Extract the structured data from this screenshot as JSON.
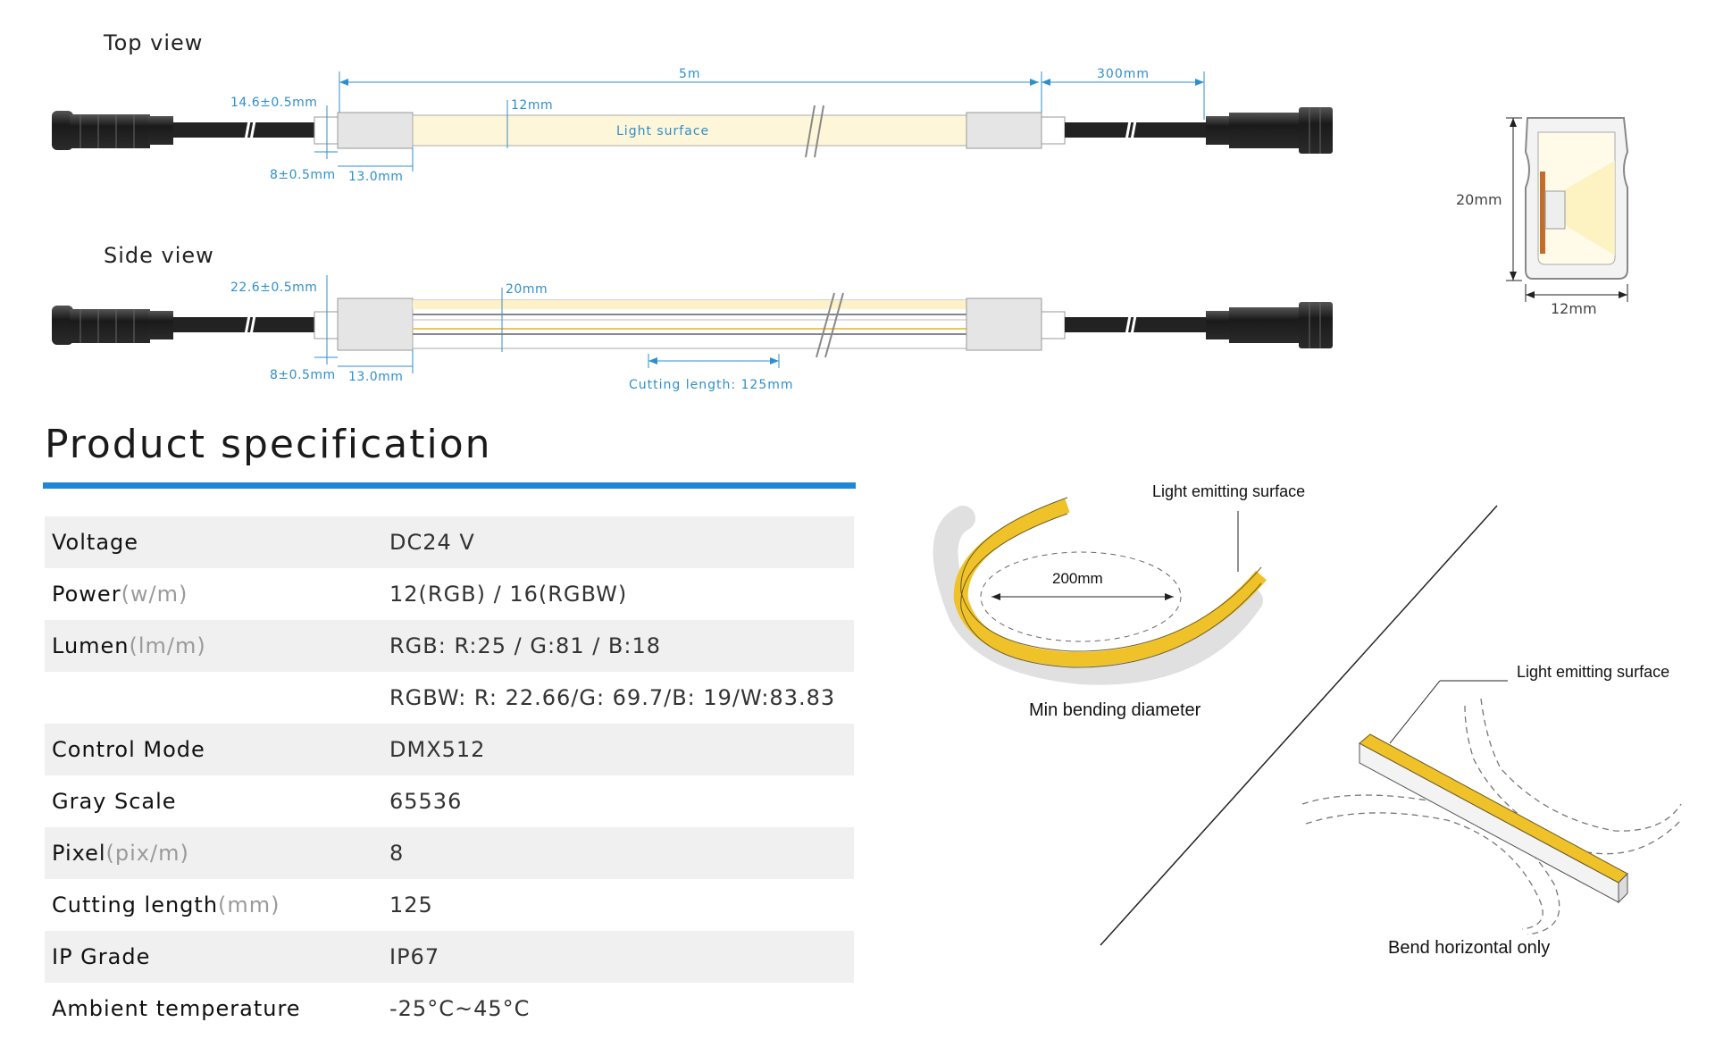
{
  "views": {
    "top_label": "Top view",
    "side_label": "Side view"
  },
  "top_dims": {
    "length": "5m",
    "cable": "300mm",
    "cap_width": "14.6±0.5mm",
    "strip_width": "12mm",
    "light_surface": "Light surface",
    "end_gap": "8±0.5mm",
    "cap_length": "13.0mm"
  },
  "side_dims": {
    "cap_height": "22.6±0.5mm",
    "strip_height": "20mm",
    "end_gap": "8±0.5mm",
    "cap_length": "13.0mm",
    "cutting": "Cutting length: 125mm"
  },
  "cross_section": {
    "height": "20mm",
    "width": "12mm"
  },
  "spec": {
    "title": "Product specification",
    "rows": [
      {
        "key": "Voltage",
        "unit": "",
        "value": "DC24 V"
      },
      {
        "key": "Power",
        "unit": "(w/m)",
        "value": "12(RGB) / 16(RGBW)"
      },
      {
        "key": "Lumen",
        "unit": "(lm/m)",
        "value": "RGB: R:25 / G:81 / B:18"
      },
      {
        "key": "",
        "unit": "",
        "value": "RGBW: R: 22.66/G: 69.7/B: 19/W:83.83"
      },
      {
        "key": "Control Mode",
        "unit": "",
        "value": "DMX512"
      },
      {
        "key": "Gray Scale",
        "unit": "",
        "value": "65536"
      },
      {
        "key": "Pixel",
        "unit": "(pix/m)",
        "value": "8"
      },
      {
        "key": "Cutting length",
        "unit": "(mm)",
        "value": "125"
      },
      {
        "key": "IP Grade",
        "unit": "",
        "value": "IP67"
      },
      {
        "key": "Ambient temperature",
        "unit": "",
        "value": "-25°C~45°C"
      }
    ]
  },
  "bending": {
    "surface_label_1": "Light emitting surface",
    "diameter": "200mm",
    "caption_1": "Min bending diameter",
    "surface_label_2": "Light emitting surface",
    "caption_2": "Bend horizontal only"
  },
  "colors": {
    "accent_blue": "#1e88d6",
    "dimension_blue": "#2f8fcc",
    "light_yellow": "#fdf6d8",
    "strip_yellow": "#f2c12e",
    "connector_black": "#1e1e1e"
  }
}
